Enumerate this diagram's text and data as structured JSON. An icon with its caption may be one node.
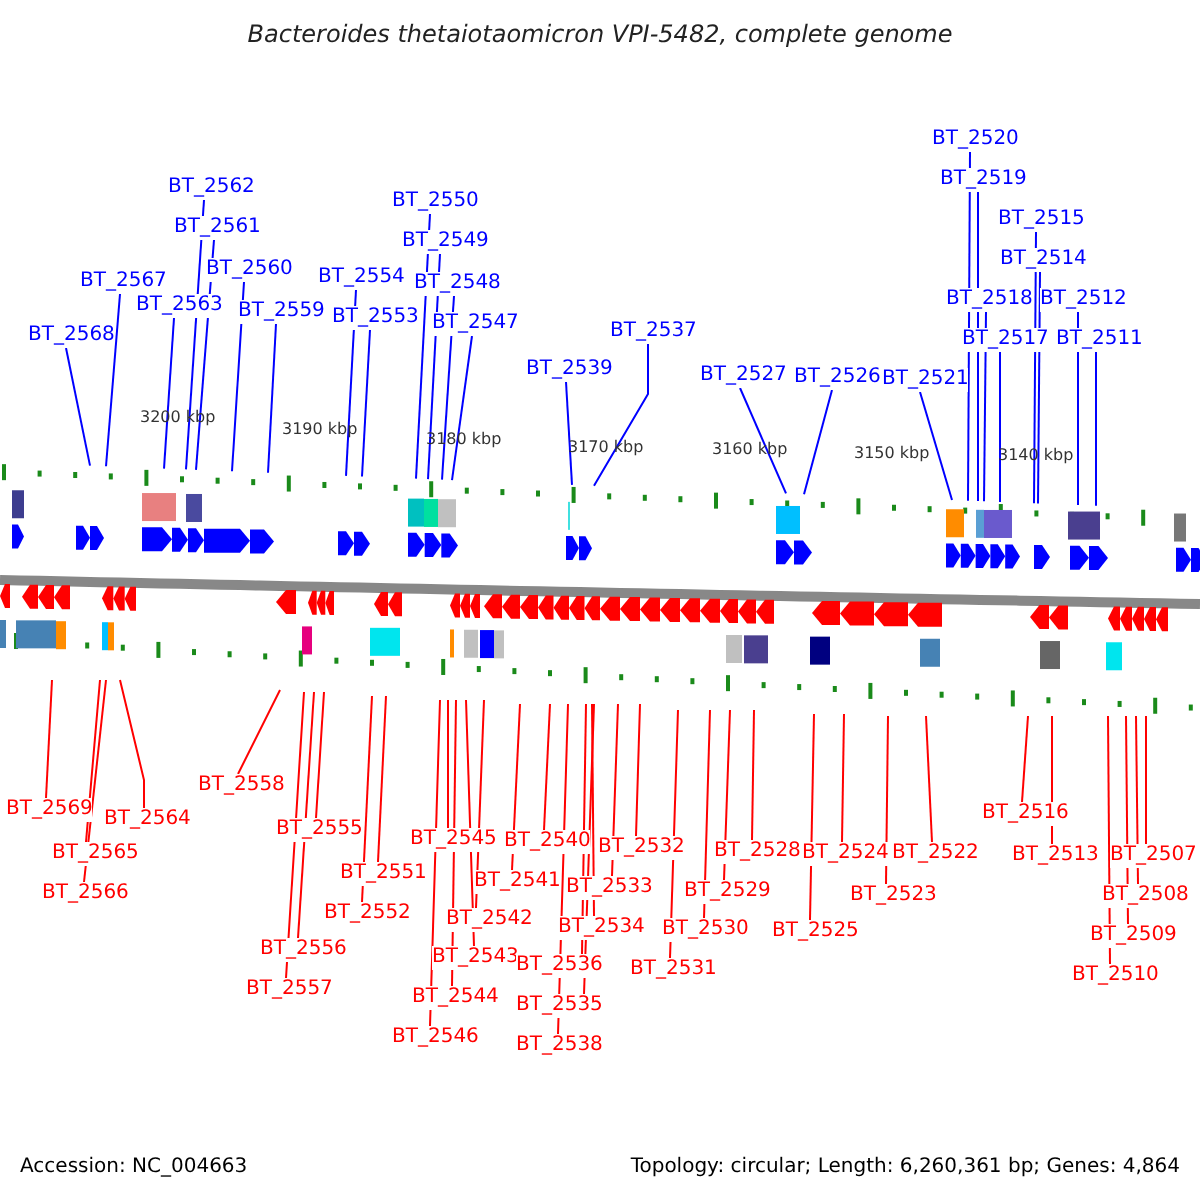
{
  "diagram": {
    "title": "Bacteroides thetaiotaomicron VPI-5482, complete genome",
    "nodes": [
      {
        "text": [
          "BT_2568"
        ]
      },
      {
        "text": [
          "BT_2567"
        ]
      },
      {
        "text": [
          "BT_2563"
        ]
      },
      {
        "text": [
          "BT_2562"
        ]
      },
      {
        "text": [
          "BT_2561"
        ]
      },
      {
        "text": [
          "BT_2560"
        ]
      },
      {
        "text": [
          "BT_2559"
        ]
      },
      {
        "text": [
          "BT_2554"
        ]
      },
      {
        "text": [
          "BT_2553"
        ]
      },
      {
        "text": [
          "BT_2550"
        ]
      },
      {
        "text": [
          "BT_2549"
        ]
      },
      {
        "text": [
          "BT_2548"
        ]
      },
      {
        "text": [
          "BT_2547"
        ]
      },
      {
        "text": [
          "BT_2539"
        ]
      },
      {
        "text": [
          "BT_2537"
        ]
      },
      {
        "text": [
          "BT_2527"
        ]
      },
      {
        "text": [
          "BT_2526"
        ]
      },
      {
        "text": [
          "BT_2521"
        ]
      },
      {
        "text": [
          "BT_2520"
        ]
      },
      {
        "text": [
          "BT_2519"
        ]
      },
      {
        "text": [
          "BT_2518"
        ]
      },
      {
        "text": [
          "BT_2517"
        ]
      },
      {
        "text": [
          "BT_2515"
        ]
      },
      {
        "text": [
          "BT_2514"
        ]
      },
      {
        "text": [
          "BT_2512"
        ]
      },
      {
        "text": [
          "BT_2511"
        ]
      },
      {
        "text": [
          "BT_2569"
        ]
      },
      {
        "text": [
          "BT_2565"
        ]
      },
      {
        "text": [
          "BT_2566"
        ]
      },
      {
        "text": [
          "BT_2564"
        ]
      },
      {
        "text": [
          "BT_2558"
        ]
      },
      {
        "text": [
          "BT_2557"
        ]
      },
      {
        "text": [
          "BT_2556"
        ]
      },
      {
        "text": [
          "BT_2555"
        ]
      },
      {
        "text": [
          "BT_2552"
        ]
      },
      {
        "text": [
          "BT_2551"
        ]
      },
      {
        "text": [
          "BT_2546"
        ]
      },
      {
        "text": [
          "BT_2545"
        ]
      },
      {
        "text": [
          "BT_2544"
        ]
      },
      {
        "text": [
          "BT_2543"
        ]
      },
      {
        "text": [
          "BT_2542"
        ]
      },
      {
        "text": [
          "BT_2541"
        ]
      },
      {
        "text": [
          "BT_2540"
        ]
      },
      {
        "text": [
          "BT_2538"
        ]
      },
      {
        "text": [
          "BT_2536"
        ]
      },
      {
        "text": [
          "BT_2535"
        ]
      },
      {
        "text": [
          "BT_2534"
        ]
      },
      {
        "text": [
          "BT_2533"
        ]
      },
      {
        "text": [
          "BT_2532"
        ]
      },
      {
        "text": [
          "BT_2531"
        ]
      },
      {
        "text": [
          "BT_2530"
        ]
      },
      {
        "text": [
          "BT_2529"
        ]
      },
      {
        "text": [
          "BT_2528"
        ]
      },
      {
        "text": [
          "BT_2525"
        ]
      },
      {
        "text": [
          "BT_2524"
        ]
      },
      {
        "text": [
          "BT_2523"
        ]
      },
      {
        "text": [
          "BT_2522"
        ]
      },
      {
        "text": [
          "BT_2516"
        ]
      },
      {
        "text": [
          "BT_2513"
        ]
      },
      {
        "text": [
          "BT_2510"
        ]
      },
      {
        "text": [
          "BT_2509"
        ]
      },
      {
        "text": [
          "BT_2508"
        ]
      },
      {
        "text": [
          "BT_2507"
        ]
      }
    ],
    "edges": [
      {
        "from": 0,
        "to": null,
        "arrow": "none",
        "color": "#0000ff"
      },
      {
        "from": 1,
        "to": null,
        "arrow": "none",
        "color": "#0000ff"
      },
      {
        "from": 2,
        "to": null,
        "arrow": "none",
        "color": "#0000ff"
      },
      {
        "from": 3,
        "to": null,
        "arrow": "none",
        "color": "#0000ff"
      },
      {
        "from": 4,
        "to": null,
        "arrow": "none",
        "color": "#0000ff"
      },
      {
        "from": 5,
        "to": null,
        "arrow": "none",
        "color": "#0000ff"
      },
      {
        "from": 6,
        "to": null,
        "arrow": "none",
        "color": "#0000ff"
      },
      {
        "from": 7,
        "to": null,
        "arrow": "none",
        "color": "#0000ff"
      },
      {
        "from": 8,
        "to": null,
        "arrow": "none",
        "color": "#0000ff"
      },
      {
        "from": 9,
        "to": null,
        "arrow": "none",
        "color": "#0000ff"
      },
      {
        "from": 10,
        "to": null,
        "arrow": "none",
        "color": "#0000ff"
      },
      {
        "from": 11,
        "to": null,
        "arrow": "none",
        "color": "#0000ff"
      },
      {
        "from": 12,
        "to": null,
        "arrow": "none",
        "color": "#0000ff"
      },
      {
        "from": 13,
        "to": null,
        "arrow": "none",
        "color": "#0000ff"
      },
      {
        "from": 14,
        "to": null,
        "arrow": "none",
        "color": "#0000ff"
      },
      {
        "from": 15,
        "to": null,
        "arrow": "none",
        "color": "#0000ff"
      },
      {
        "from": 16,
        "to": null,
        "arrow": "none",
        "color": "#0000ff"
      },
      {
        "from": 17,
        "to": null,
        "arrow": "none",
        "color": "#0000ff"
      },
      {
        "from": 18,
        "to": null,
        "arrow": "none",
        "color": "#0000ff"
      },
      {
        "from": 19,
        "to": null,
        "arrow": "none",
        "color": "#0000ff"
      },
      {
        "from": 20,
        "to": null,
        "arrow": "none",
        "color": "#0000ff"
      },
      {
        "from": 21,
        "to": null,
        "arrow": "none",
        "color": "#0000ff"
      },
      {
        "from": 22,
        "to": null,
        "arrow": "none",
        "color": "#0000ff"
      },
      {
        "from": 23,
        "to": null,
        "arrow": "none",
        "color": "#0000ff"
      },
      {
        "from": 24,
        "to": null,
        "arrow": "none",
        "color": "#0000ff"
      },
      {
        "from": 25,
        "to": null,
        "arrow": "none",
        "color": "#0000ff"
      },
      {
        "from": 26,
        "to": null,
        "arrow": "none"
      },
      {
        "from": 27,
        "to": null,
        "arrow": "none"
      },
      {
        "from": 28,
        "to": null,
        "arrow": "none"
      },
      {
        "from": 29,
        "to": null,
        "arrow": "none"
      },
      {
        "from": 30,
        "to": null,
        "arrow": "none"
      },
      {
        "from": 31,
        "to": null,
        "arrow": "none"
      },
      {
        "from": 32,
        "to": null,
        "arrow": "none"
      },
      {
        "from": 33,
        "to": null,
        "arrow": "none"
      },
      {
        "from": 34,
        "to": null,
        "arrow": "none"
      },
      {
        "from": 35,
        "to": null,
        "arrow": "none"
      },
      {
        "from": 36,
        "to": null,
        "arrow": "none"
      },
      {
        "from": 37,
        "to": null,
        "arrow": "none"
      },
      {
        "from": 38,
        "to": null,
        "arrow": "none"
      },
      {
        "from": 39,
        "to": null,
        "arrow": "none"
      },
      {
        "from": 40,
        "to": null,
        "arrow": "none"
      },
      {
        "from": 41,
        "to": null,
        "arrow": "none"
      },
      {
        "from": 42,
        "to": null,
        "arrow": "none"
      },
      {
        "from": 43,
        "to": null,
        "arrow": "none"
      },
      {
        "from": 44,
        "to": null,
        "arrow": "none"
      },
      {
        "from": 45,
        "to": null,
        "arrow": "none"
      },
      {
        "from": 46,
        "to": null,
        "arrow": "none"
      },
      {
        "from": 47,
        "to": null,
        "arrow": "none"
      },
      {
        "from": 48,
        "to": null,
        "arrow": "none"
      },
      {
        "from": 49,
        "to": null,
        "arrow": "none"
      },
      {
        "from": 50,
        "to": null,
        "arrow": "none"
      },
      {
        "from": 51,
        "to": null,
        "arrow": "none"
      },
      {
        "from": 52,
        "to": null,
        "arrow": "none"
      },
      {
        "from": 53,
        "to": null,
        "arrow": "none"
      },
      {
        "from": 54,
        "to": null,
        "arrow": "none"
      },
      {
        "from": 55,
        "to": null,
        "arrow": "none"
      },
      {
        "from": 56,
        "to": null,
        "arrow": "none"
      },
      {
        "from": 57,
        "to": null,
        "arrow": "none"
      },
      {
        "from": 58,
        "to": null,
        "arrow": "none"
      },
      {
        "from": 59,
        "to": null,
        "arrow": "none"
      },
      {
        "from": 60,
        "to": null,
        "arrow": "none"
      },
      {
        "from": 61,
        "to": null,
        "arrow": "none"
      },
      {
        "from": 62,
        "to": null,
        "arrow": "none"
      }
    ],
    "labels": [
      "3200 kbp",
      "3190 kbp",
      "3180 kbp",
      "3170 kbp",
      "3160 kbp",
      "3150 kbp",
      "3140 kbp",
      "Accession: NC_004663",
      "Topology: circular; Length: 6,260,361 bp; Genes: 4,864"
    ]
  }
}
